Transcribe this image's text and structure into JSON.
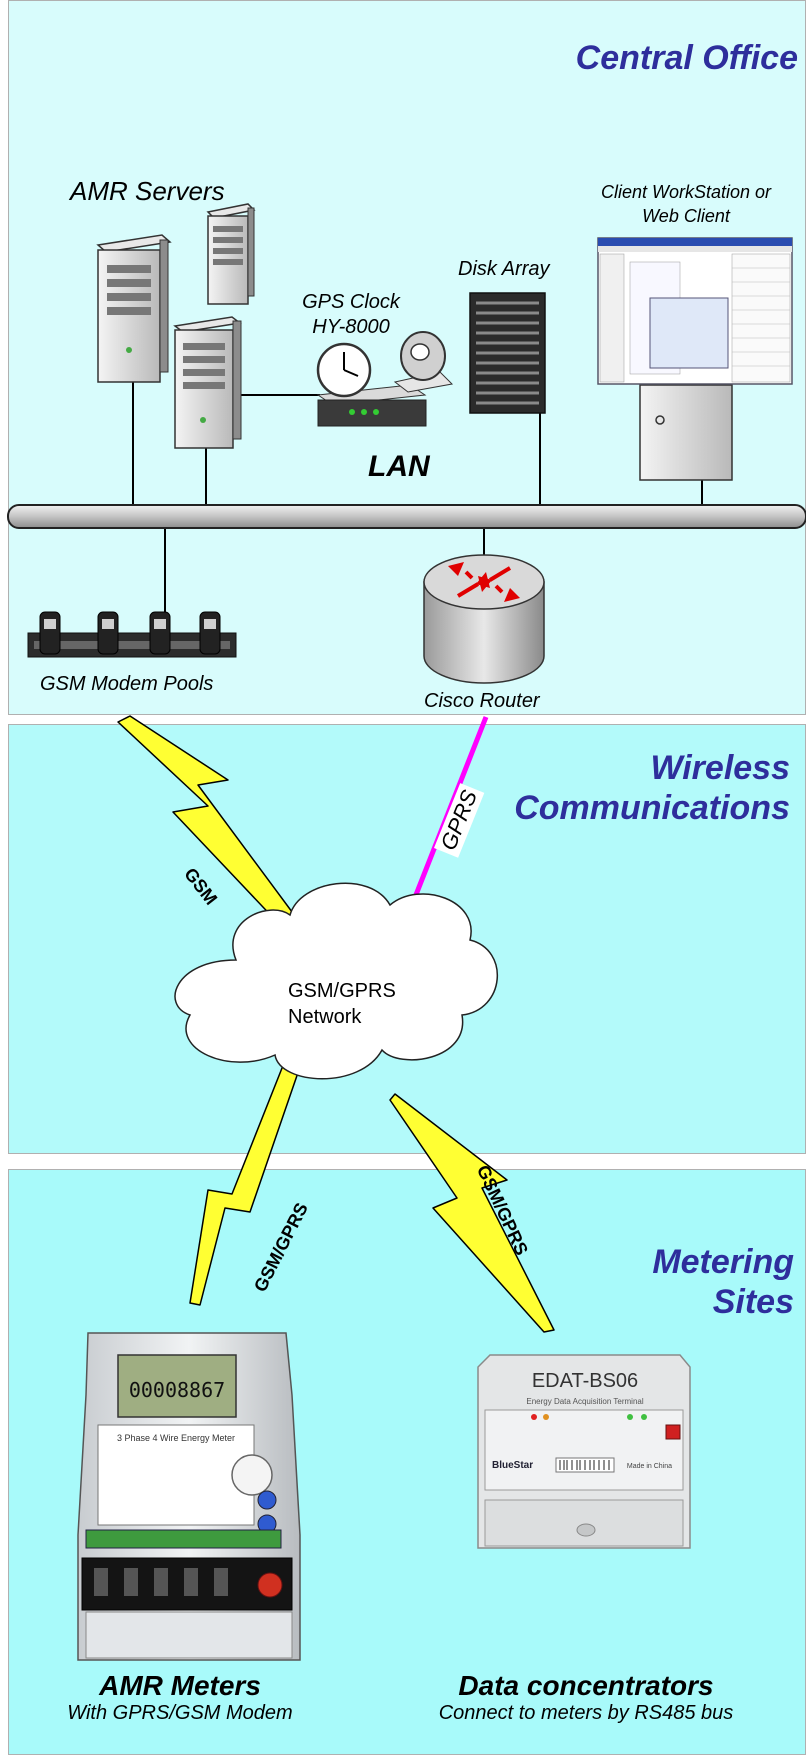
{
  "sections": {
    "central_office": "Central Office",
    "wireless_line1": "Wireless",
    "wireless_line2": "Communications",
    "metering_line1": "Metering",
    "metering_line2": "Sites"
  },
  "labels": {
    "amr_servers": "AMR Servers",
    "client_line1": "Client WorkStation or",
    "client_line2": "Web Client",
    "disk_array": "Disk Array",
    "gps_line1": "GPS Clock",
    "gps_line2": "HY-8000",
    "lan": "LAN",
    "gsm_modem_pools": "GSM Modem Pools",
    "cisco_router": "Cisco Router"
  },
  "links": {
    "gsm": "GSM",
    "gprs": "GPRS",
    "gsm_gprs_left": "GSM/GPRS",
    "gsm_gprs_right": "GSM/GPRS"
  },
  "network": {
    "line1": "GSM/GPRS",
    "line2": "Network"
  },
  "devices": {
    "meter_display": "00008867",
    "meter_model": "3 Phase 4 Wire Energy Meter",
    "concentrator_model": "EDAT-BS06",
    "concentrator_subtitle": "Energy Data Acquisition Terminal",
    "concentrator_brand": "BlueStar",
    "concentrator_made": "Made in China"
  },
  "captions": {
    "amr_meters": "AMR Meters",
    "amr_meters_sub": "With GPRS/GSM Modem",
    "concentrators": "Data concentrators",
    "concentrators_sub": "Connect to meters by RS485 bus"
  },
  "colors": {
    "section_title": "#2e2e9c",
    "lightning": "#ffff33",
    "gprs_line": "#ff00ff",
    "router_arrows": "#e00000"
  }
}
